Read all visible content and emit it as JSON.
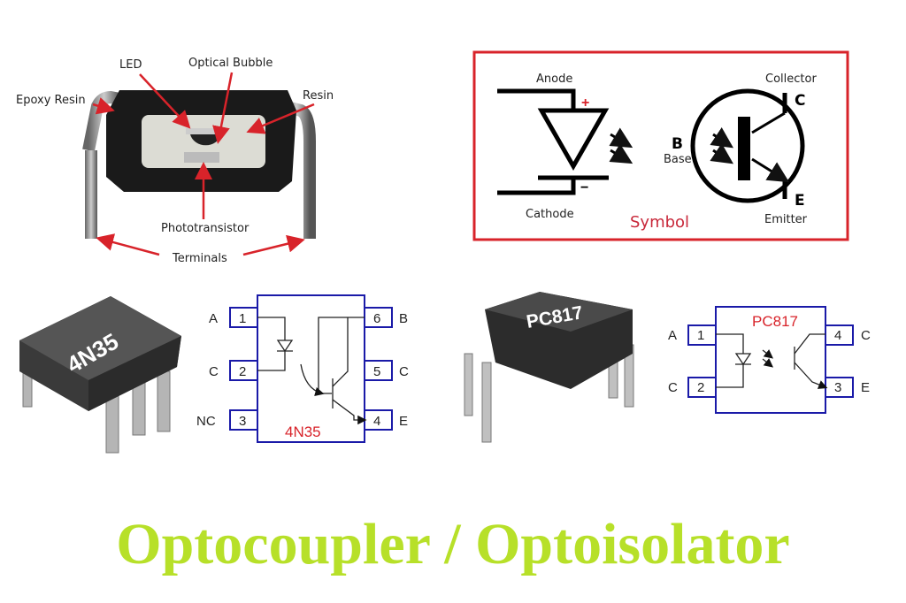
{
  "photo": {
    "labels": {
      "led": "LED",
      "bubble": "Optical Bubble",
      "epoxy": "Epoxy Resin",
      "resin": "Resin",
      "photo": "Phototransistor",
      "terminals": "Terminals"
    }
  },
  "symbol": {
    "anode": "Anode",
    "cathode": "Cathode",
    "plus": "+",
    "minus": "−",
    "b": "B",
    "base": "Base",
    "collector": "Collector",
    "c": "C",
    "emitter": "Emitter",
    "e": "E",
    "caption": "Symbol"
  },
  "chip1": {
    "marking": "4N35"
  },
  "schem1": {
    "part": "4N35",
    "pins": [
      {
        "num": "1",
        "name": "A"
      },
      {
        "num": "2",
        "name": "C"
      },
      {
        "num": "3",
        "name": "NC"
      },
      {
        "num": "6",
        "name": "B"
      },
      {
        "num": "5",
        "name": "C"
      },
      {
        "num": "4",
        "name": "E"
      }
    ]
  },
  "chip2": {
    "marking": "PC817"
  },
  "schem2": {
    "part": "PC817",
    "pins": [
      {
        "num": "1",
        "name": "A"
      },
      {
        "num": "2",
        "name": "C"
      },
      {
        "num": "4",
        "name": "C"
      },
      {
        "num": "3",
        "name": "E"
      }
    ]
  },
  "title": "Optocoupler / Optoisolator",
  "colors": {
    "accent_red": "#d8232a",
    "schem_blue": "#1a1aa8",
    "title_green": "#b7e029"
  }
}
